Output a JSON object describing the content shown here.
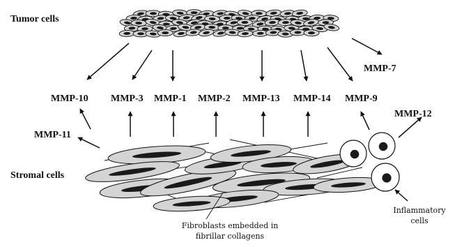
{
  "labels": {
    "tumor_cells": "Tumor cells",
    "stromal_cells": "Stromal cells",
    "fibroblasts_line1": "Fibroblasts embedded in",
    "fibroblasts_line2": "fibrillar collagens",
    "inflammatory_line1": "Inflammatory",
    "inflammatory_line2": "cells"
  },
  "mmps": {
    "mmp7": "MMP-7",
    "mmp10": "MMP-10",
    "mmp3": "MMP-3",
    "mmp1": "MMP-1",
    "mmp2": "MMP-2",
    "mmp13": "MMP-13",
    "mmp14": "MMP-14",
    "mmp9": "MMP-9",
    "mmp12": "MMP-12",
    "mmp11": "MMP-11"
  },
  "colors": {
    "ink": "#111111",
    "cell_fill": "#d4d4d4",
    "nucleus": "#1a1a1a",
    "background": "#ffffff"
  }
}
